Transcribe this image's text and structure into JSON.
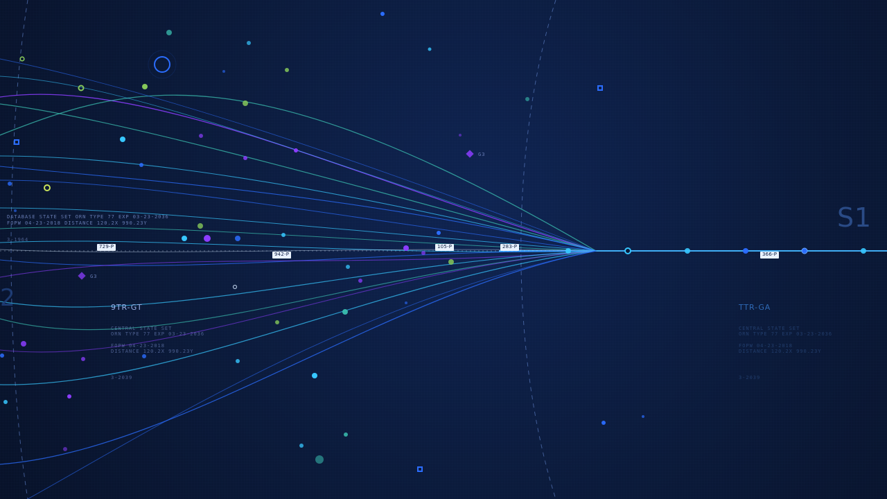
{
  "labels": {
    "top_left_block": {
      "line1": "DATABASE STATE SET ORN TYPE 77 EXP 03-23-2036",
      "line2": "FOPW 04-23-2018 DISTANCE 120.2X 990.23Y",
      "line3": "3-1964"
    },
    "left_panel": {
      "id": "9TR-GT",
      "line1": "CENTRAL STATE SET",
      "line2": "ORN TYPE 77 EXP 03-23-2036",
      "line3": "FOPW 04-23-2018",
      "line4": "DISTANCE 120.2X 990.23Y",
      "line5": "3-2039"
    },
    "right_panel": {
      "id": "TTR-GA",
      "line1": "CENTRAL STATE SET",
      "line2": "ORN TYPE 77 EXP 03-23-2036",
      "line3": "FOPW 04-23-2018",
      "line4": "DISTANCE 120.2X 990.23Y",
      "line5": "3-2039"
    },
    "big": {
      "s1": "S1",
      "left_two": "2"
    },
    "markers": {
      "g3_right": "G3",
      "g3_left": "G3"
    }
  },
  "tags": [
    "729-P",
    "942-P",
    "105-P",
    "283-P",
    "366-P"
  ],
  "colors": {
    "background": "#0b1a3a",
    "cyan": "#37c7ff",
    "blue": "#2b6dff",
    "teal": "#3bbfb0",
    "purple": "#8b3dff",
    "green": "#86c85a",
    "label": "#7f93c8",
    "tag_bg": "#e9f2ff"
  }
}
